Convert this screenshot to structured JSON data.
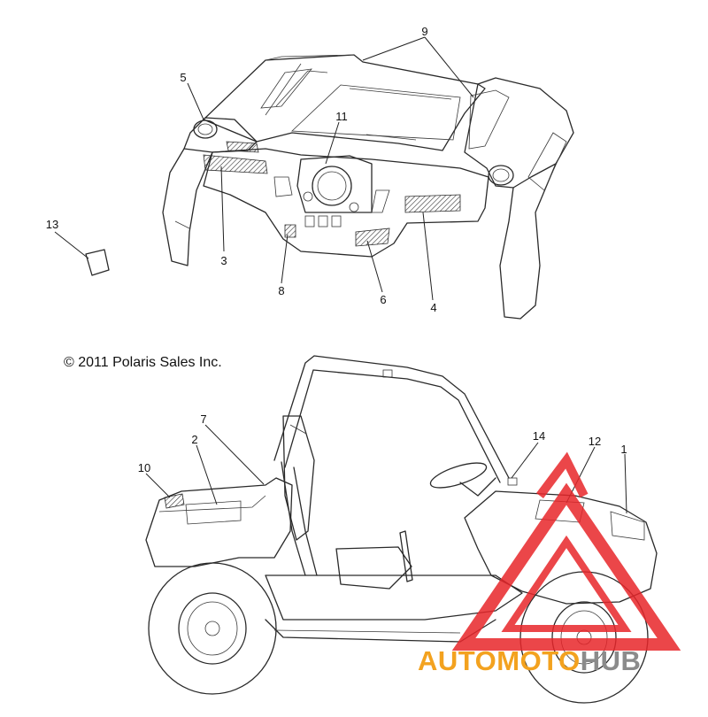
{
  "copyright": "© 2011 Polaris Sales Inc.",
  "callouts": [
    "1",
    "2",
    "3",
    "4",
    "5",
    "6",
    "7",
    "8",
    "9",
    "10",
    "11",
    "12",
    "13",
    "14"
  ],
  "watermark": {
    "part1": "AUTOMOTO",
    "part2": "HUB",
    "color_orange": "#f3a21f",
    "color_gray": "#8b8b8b",
    "color_logo": "#e8262a"
  }
}
